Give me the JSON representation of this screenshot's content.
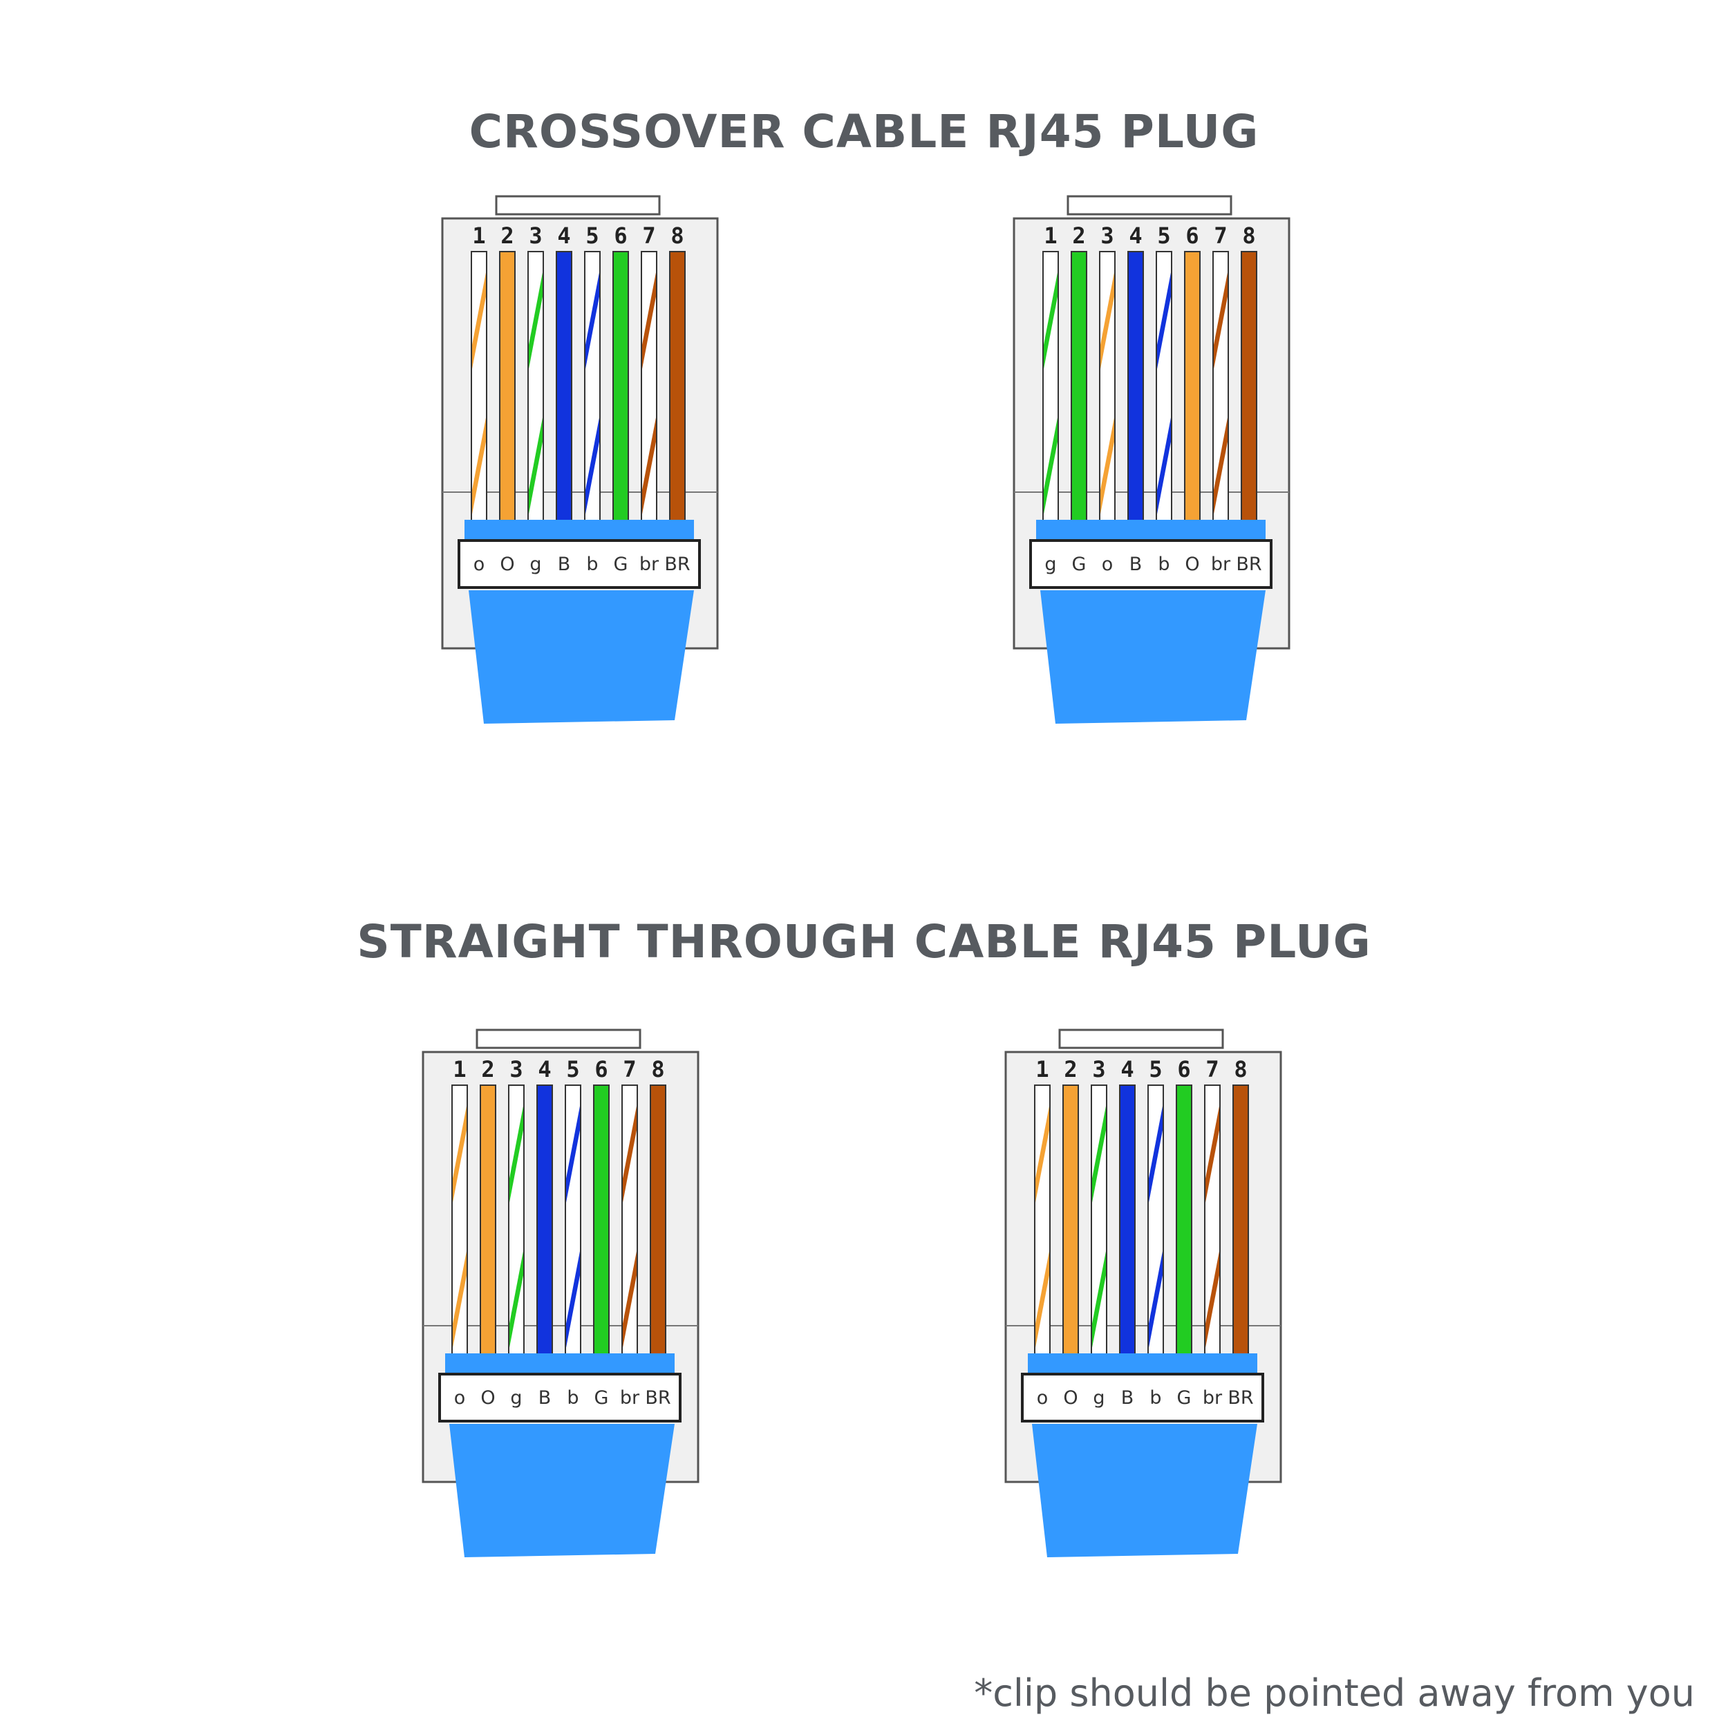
{
  "sections": {
    "crossover": {
      "title": "CROSSOVER CABLE RJ45 PLUG"
    },
    "straight": {
      "title": "STRAIGHT THROUGH CABLE RJ45 PLUG"
    }
  },
  "footnote": "*clip should be pointed away from you",
  "pin_numbers": [
    "1",
    "2",
    "3",
    "4",
    "5",
    "6",
    "7",
    "8"
  ],
  "colors": {
    "orange": "#f5a234",
    "green": "#22cc22",
    "blue": "#1133dd",
    "brown": "#b8520a",
    "white": "#ffffff",
    "boot": "#3399ff",
    "housing": "#f0f0f0"
  },
  "plugs": [
    {
      "wires": [
        {
          "code": "o",
          "color": "orange",
          "striped": true
        },
        {
          "code": "O",
          "color": "orange",
          "striped": false
        },
        {
          "code": "g",
          "color": "green",
          "striped": true
        },
        {
          "code": "B",
          "color": "blue",
          "striped": false
        },
        {
          "code": "b",
          "color": "blue",
          "striped": true
        },
        {
          "code": "G",
          "color": "green",
          "striped": false
        },
        {
          "code": "br",
          "color": "brown",
          "striped": true
        },
        {
          "code": "BR",
          "color": "brown",
          "striped": false
        }
      ]
    },
    {
      "wires": [
        {
          "code": "g",
          "color": "green",
          "striped": true
        },
        {
          "code": "G",
          "color": "green",
          "striped": false
        },
        {
          "code": "o",
          "color": "orange",
          "striped": true
        },
        {
          "code": "B",
          "color": "blue",
          "striped": false
        },
        {
          "code": "b",
          "color": "blue",
          "striped": true
        },
        {
          "code": "O",
          "color": "orange",
          "striped": false
        },
        {
          "code": "br",
          "color": "brown",
          "striped": true
        },
        {
          "code": "BR",
          "color": "brown",
          "striped": false
        }
      ]
    },
    {
      "wires": [
        {
          "code": "o",
          "color": "orange",
          "striped": true
        },
        {
          "code": "O",
          "color": "orange",
          "striped": false
        },
        {
          "code": "g",
          "color": "green",
          "striped": true
        },
        {
          "code": "B",
          "color": "blue",
          "striped": false
        },
        {
          "code": "b",
          "color": "blue",
          "striped": true
        },
        {
          "code": "G",
          "color": "green",
          "striped": false
        },
        {
          "code": "br",
          "color": "brown",
          "striped": true
        },
        {
          "code": "BR",
          "color": "brown",
          "striped": false
        }
      ]
    },
    {
      "wires": [
        {
          "code": "o",
          "color": "orange",
          "striped": true
        },
        {
          "code": "O",
          "color": "orange",
          "striped": false
        },
        {
          "code": "g",
          "color": "green",
          "striped": true
        },
        {
          "code": "B",
          "color": "blue",
          "striped": false
        },
        {
          "code": "b",
          "color": "blue",
          "striped": true
        },
        {
          "code": "G",
          "color": "green",
          "striped": false
        },
        {
          "code": "br",
          "color": "brown",
          "striped": true
        },
        {
          "code": "BR",
          "color": "brown",
          "striped": false
        }
      ]
    }
  ]
}
